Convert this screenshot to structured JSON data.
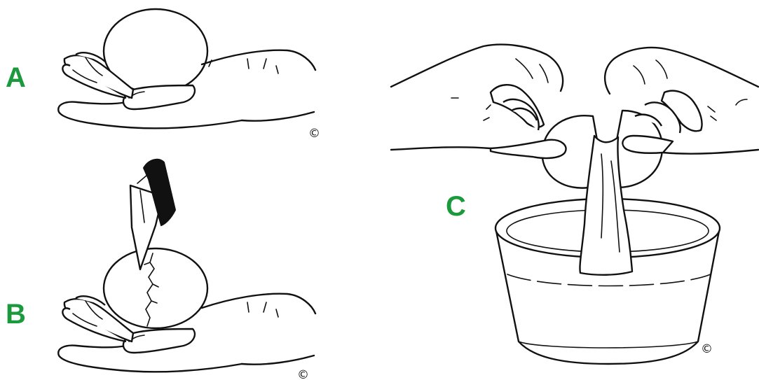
{
  "label_color": "#1a9a3c",
  "panels": {
    "a": {
      "label": "A",
      "copyright": "©"
    },
    "b": {
      "label": "B",
      "copyright": "©"
    },
    "c": {
      "label": "C",
      "copyright": "©"
    }
  }
}
